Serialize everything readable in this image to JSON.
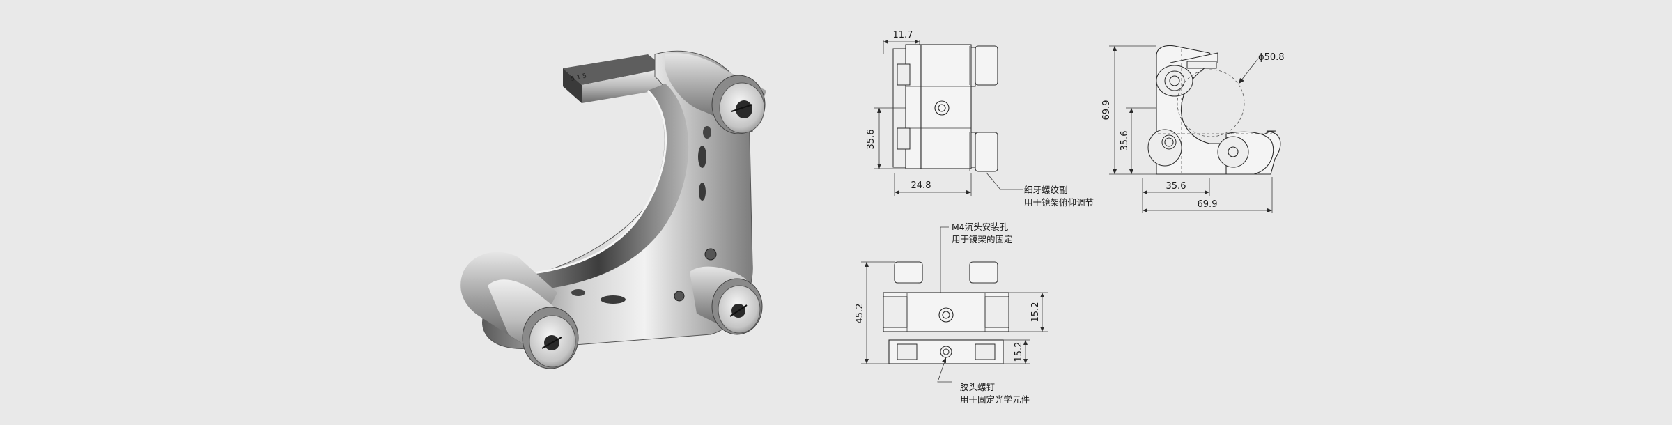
{
  "product_render": {
    "engraving": "5 1 5"
  },
  "side_view": {
    "dim_top": "11.7",
    "dim_left": "35.6",
    "dim_bottom": "24.8",
    "note_line1": "细牙螺纹副",
    "note_line2": "用于镜架俯仰调节"
  },
  "front_view": {
    "dim_diameter": "ϕ50.8",
    "dim_height": "69.9",
    "dim_inner_height": "35.6",
    "dim_inner_width": "35.6",
    "dim_width": "69.9"
  },
  "bottom_view": {
    "note_top_line1": "M4沉头安装孔",
    "note_top_line2": "用于镜架的固定",
    "dim_height": "45.2",
    "dim_upper_right": "15.2",
    "dim_lower_right": "15.2",
    "note_bottom_line1": "胶头螺钉",
    "note_bottom_line2": "用于固定光学元件"
  },
  "colors": {
    "background": "#e9e9e9",
    "metal_light": "#d8d8d8",
    "metal_dark": "#4a4a4a",
    "line": "#2b2b2b"
  }
}
